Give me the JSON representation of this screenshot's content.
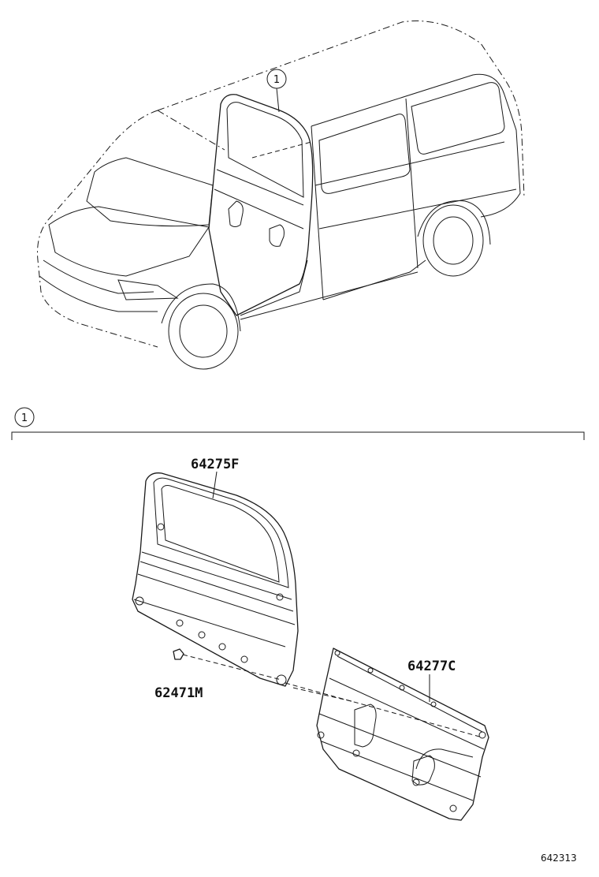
{
  "callouts": {
    "section_marker": "1",
    "vehicle_marker": "1"
  },
  "parts": [
    {
      "id": "part-64275f",
      "code": "64275F"
    },
    {
      "id": "part-64277c",
      "code": "64277C"
    },
    {
      "id": "part-62471m",
      "code": "62471M"
    }
  ],
  "figure_ref": "642313"
}
